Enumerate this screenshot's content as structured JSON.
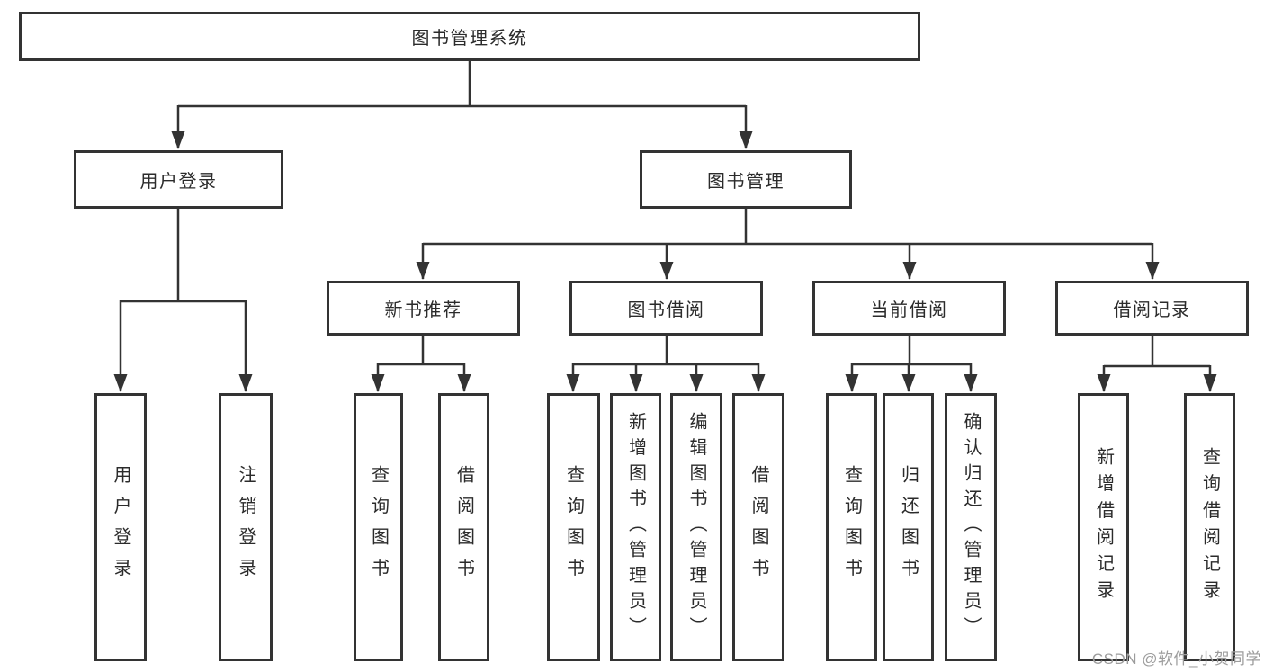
{
  "diagram": {
    "title": "图书管理系统",
    "level2": {
      "user_login": "用户登录",
      "book_management": "图书管理"
    },
    "level3": {
      "new_book_recommend": "新书推荐",
      "book_borrowing": "图书借阅",
      "current_borrowing": "当前借阅",
      "borrowing_records": "借阅记录"
    },
    "leaves": {
      "user_login": [
        "用户登录",
        "注销登录"
      ],
      "new_book_recommend": [
        "查询图书",
        "借阅图书"
      ],
      "book_borrowing": [
        "查询图书",
        "新增图书（管理员）",
        "编辑图书（管理员）",
        "借阅图书"
      ],
      "current_borrowing": [
        "查询图书",
        "归还图书",
        "确认归还（管理员）"
      ],
      "borrowing_records": [
        "新增借阅记录",
        "查询借阅记录"
      ]
    },
    "colors": {
      "line": "#333333",
      "text": "#2b2b2b",
      "watermark": "#9c9c9c",
      "background": "#ffffff"
    }
  },
  "watermark": "CSDN @软件_小贺同学"
}
